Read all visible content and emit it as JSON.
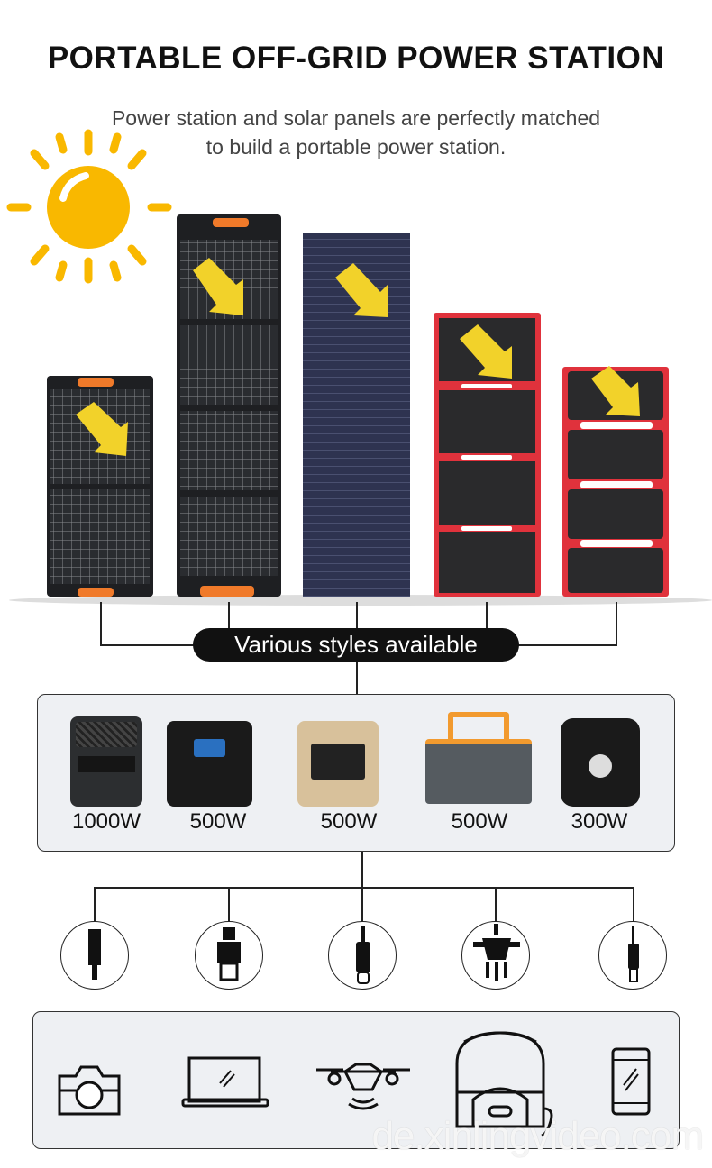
{
  "header": {
    "title": "PORTABLE OFF-GRID POWER STATION",
    "subtitle_line1": "Power station and solar panels are perfectly matched",
    "subtitle_line2": "to build a portable power station."
  },
  "panels": {
    "styles_label": "Various styles available",
    "items": [
      "black-2-fold",
      "black-4-fold",
      "navy-4-fold",
      "red-4-fold",
      "red-small-4-fold"
    ]
  },
  "stations": [
    {
      "label": "1000W"
    },
    {
      "label": "500W"
    },
    {
      "label": "500W"
    },
    {
      "label": "500W"
    },
    {
      "label": "300W"
    }
  ],
  "connectors": [
    "dc-barrel-icon",
    "usb-a-icon",
    "usb-c-icon",
    "ac-plug-icon",
    "lightning-icon"
  ],
  "devices": [
    "camera-icon",
    "laptop-icon",
    "drone-icon",
    "rice-cooker-icon",
    "smartphone-icon"
  ],
  "watermark": "de.xinlingvideo.com",
  "colors": {
    "panel_black": "#1e1f22",
    "panel_navy": "#2e3350",
    "panel_red": "#e0323c",
    "handle_orange": "#f07a2a",
    "sun": "#f9b800",
    "arrow": "#f2d22a"
  }
}
